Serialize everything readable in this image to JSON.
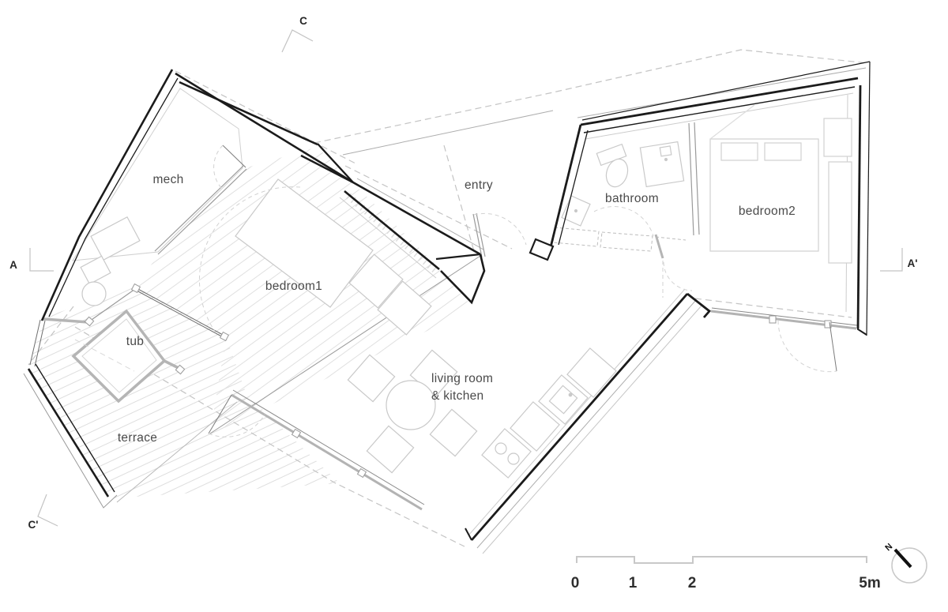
{
  "drawing": {
    "type": "architectural-floor-plan",
    "rooms": [
      {
        "id": "mech",
        "label": "mech"
      },
      {
        "id": "entry",
        "label": "entry"
      },
      {
        "id": "bathroom",
        "label": "bathroom"
      },
      {
        "id": "bedroom2",
        "label": "bedroom2"
      },
      {
        "id": "bedroom1",
        "label": "bedroom1"
      },
      {
        "id": "tub",
        "label": "tub"
      },
      {
        "id": "living",
        "label_line1": "living room",
        "label_line2": "& kitchen"
      },
      {
        "id": "terrace",
        "label": "terrace"
      }
    ],
    "section_markers": [
      {
        "id": "C",
        "label": "C"
      },
      {
        "id": "A",
        "label": "A"
      },
      {
        "id": "A2",
        "label": "A'"
      },
      {
        "id": "C2",
        "label": "C'"
      }
    ],
    "scale_bar": {
      "ticks": [
        "0",
        "1",
        "2",
        "5m"
      ]
    },
    "north_indicator": {
      "label": "N"
    },
    "colors": {
      "wall": "#1b1b1b",
      "furniture_line": "#c9c9c9",
      "glass_wall": "#b3b3b3",
      "window_line": "#6e6e6e",
      "roof_dashed": "#c4c4c4",
      "door_arc": "#d2d2d2",
      "hatch": "#dedede",
      "label_text": "#4a4a4a",
      "marker_text": "#262626",
      "scale_line": "#c8c8c8"
    }
  }
}
